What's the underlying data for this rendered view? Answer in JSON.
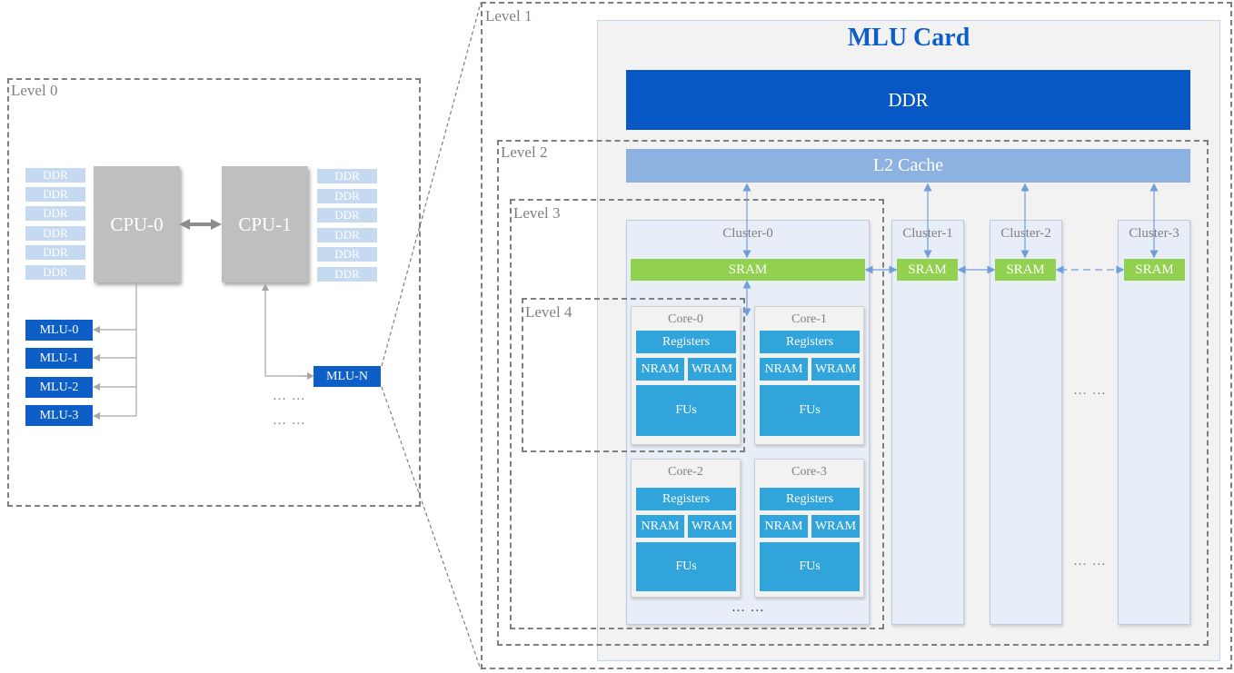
{
  "level0": {
    "label": "Level 0",
    "ddr_left": [
      "DDR",
      "DDR",
      "DDR",
      "DDR",
      "DDR",
      "DDR"
    ],
    "ddr_right": [
      "DDR",
      "DDR",
      "DDR",
      "DDR",
      "DDR",
      "DDR"
    ],
    "cpu0": "CPU-0",
    "cpu1": "CPU-1",
    "mlus": [
      "MLU-0",
      "MLU-1",
      "MLU-2",
      "MLU-3"
    ],
    "mlu_n": "MLU-N",
    "ellipsis": [
      "… …",
      "… …"
    ]
  },
  "level1": {
    "label": "Level 1",
    "title": "MLU Card",
    "ddr": "DDR"
  },
  "level2": {
    "label": "Level 2",
    "l2cache": "L2 Cache"
  },
  "level3": {
    "label": "Level 3"
  },
  "level4": {
    "label": "Level 4"
  },
  "clusters": [
    {
      "label": "Cluster-0",
      "sram": "SRAM"
    },
    {
      "label": "Cluster-1",
      "sram": "SRAM"
    },
    {
      "label": "Cluster-2",
      "sram": "SRAM"
    },
    {
      "label": "Cluster-3",
      "sram": "SRAM"
    }
  ],
  "cores": [
    {
      "label": "Core-0",
      "registers": "Registers",
      "nram": "NRAM",
      "wram": "WRAM",
      "fus": "FUs"
    },
    {
      "label": "Core-1",
      "registers": "Registers",
      "nram": "NRAM",
      "wram": "WRAM",
      "fus": "FUs"
    },
    {
      "label": "Core-2",
      "registers": "Registers",
      "nram": "NRAM",
      "wram": "WRAM",
      "fus": "FUs"
    },
    {
      "label": "Core-3",
      "registers": "Registers",
      "nram": "NRAM",
      "wram": "WRAM",
      "fus": "FUs"
    }
  ],
  "cluster_ellipsis": [
    "… …",
    "… …",
    "… …"
  ]
}
